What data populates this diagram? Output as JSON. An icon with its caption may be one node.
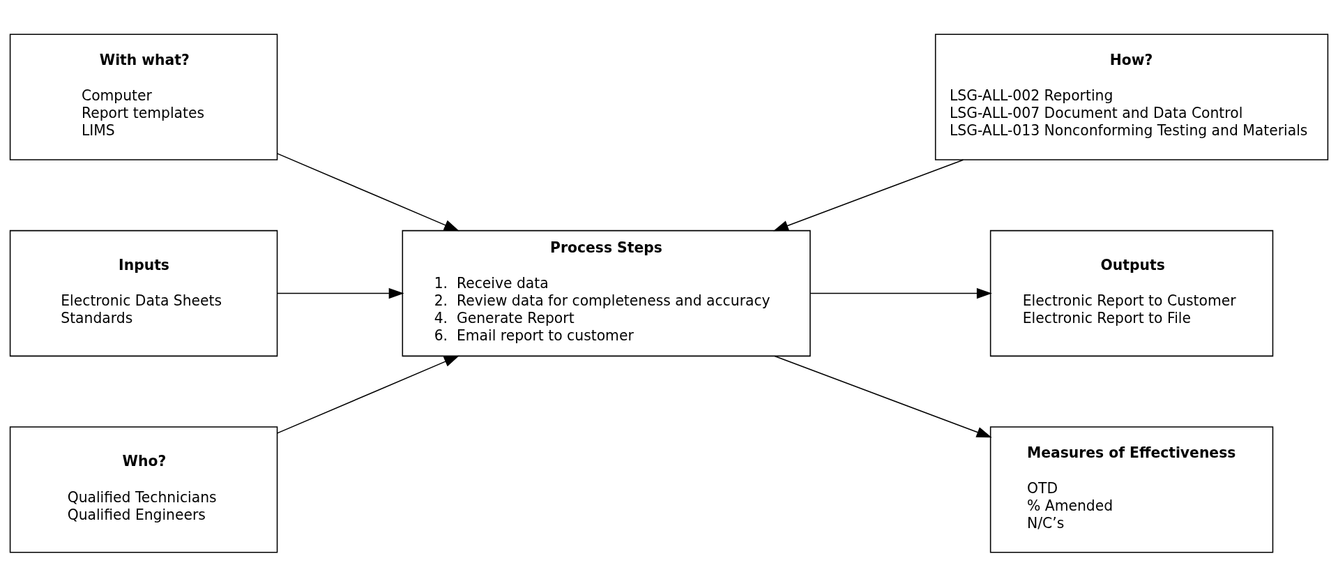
{
  "diagram": {
    "nodes": [
      {
        "text": [
          "With what?",
          "Computer",
          "Report templates",
          "LIMS"
        ]
      },
      {
        "text": [
          "Inputs",
          "Electronic Data Sheets",
          "Standards"
        ]
      },
      {
        "text": [
          "Who?",
          "Qualified Technicians",
          "Qualified Engineers"
        ]
      },
      {
        "text": [
          "Process Steps",
          "1.  Receive data",
          "2.  Review data for completeness and accuracy",
          "4.  Generate Report",
          "6.  Email report to customer"
        ]
      },
      {
        "text": [
          "How?",
          "LSG-ALL-002 Reporting",
          "LSG-ALL-007 Document and Data Control",
          "LSG-ALL-013 Nonconforming Testing and Materials"
        ]
      },
      {
        "text": [
          "Outputs",
          "Electronic Report to Customer",
          "Electronic Report to File"
        ]
      },
      {
        "text": [
          "Measures of Effectiveness",
          "OTD",
          "% Amended",
          "N/C’s"
        ]
      }
    ],
    "edges": [
      {
        "from": 0,
        "to": 3,
        "arrow": "to"
      },
      {
        "from": 1,
        "to": 3,
        "arrow": "to"
      },
      {
        "from": 2,
        "to": 3,
        "arrow": "to"
      },
      {
        "from": 4,
        "to": 3,
        "arrow": "to"
      },
      {
        "from": 3,
        "to": 5,
        "arrow": "to"
      },
      {
        "from": 3,
        "to": 6,
        "arrow": "to"
      }
    ]
  }
}
